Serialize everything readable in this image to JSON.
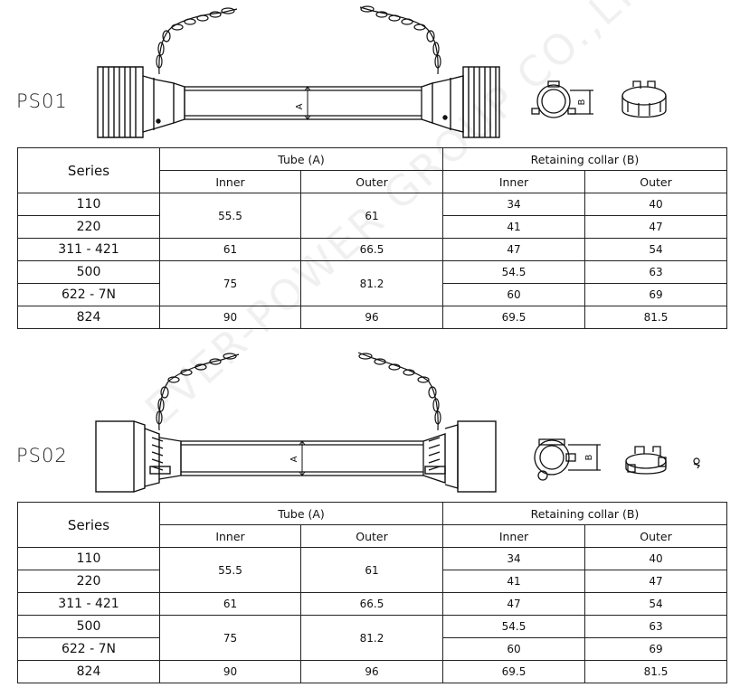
{
  "watermark": "EVER-POWER GROUP CO.,LTD.",
  "labels": {
    "dim_a": "A",
    "dim_b": "B"
  },
  "sections": [
    {
      "model": "PS01",
      "headers": {
        "series": "Series",
        "tube": "Tube (A)",
        "collar": "Retaining collar (B)",
        "inner": "Inner",
        "outer": "Outer"
      },
      "rows": {
        "r110": "110",
        "r220": "220",
        "r311": "311 - 421",
        "r500": "500",
        "r622": "622 - 7N",
        "r824": "824",
        "tube_inner_a": "55.5",
        "tube_outer_a": "61",
        "tube_inner_b": "61",
        "tube_outer_b": "66.5",
        "tube_inner_c": "75",
        "tube_outer_c": "81.2",
        "tube_inner_d": "90",
        "tube_outer_d": "96",
        "collar_inner": [
          "34",
          "41",
          "47",
          "54.5",
          "60",
          "69.5"
        ],
        "collar_outer": [
          "40",
          "47",
          "54",
          "63",
          "69",
          "81.5"
        ]
      }
    },
    {
      "model": "PS02",
      "headers": {
        "series": "Series",
        "tube": "Tube (A)",
        "collar": "Retaining collar (B)",
        "inner": "Inner",
        "outer": "Outer"
      },
      "rows": {
        "r110": "110",
        "r220": "220",
        "r311": "311 - 421",
        "r500": "500",
        "r622": "622 - 7N",
        "r824": "824",
        "tube_inner_a": "55.5",
        "tube_outer_a": "61",
        "tube_inner_b": "61",
        "tube_outer_b": "66.5",
        "tube_inner_c": "75",
        "tube_outer_c": "81.2",
        "tube_inner_d": "90",
        "tube_outer_d": "96",
        "collar_inner": [
          "34",
          "41",
          "47",
          "54.5",
          "60",
          "69.5"
        ],
        "collar_outer": [
          "40",
          "47",
          "54",
          "63",
          "69",
          "81.5"
        ]
      }
    }
  ]
}
